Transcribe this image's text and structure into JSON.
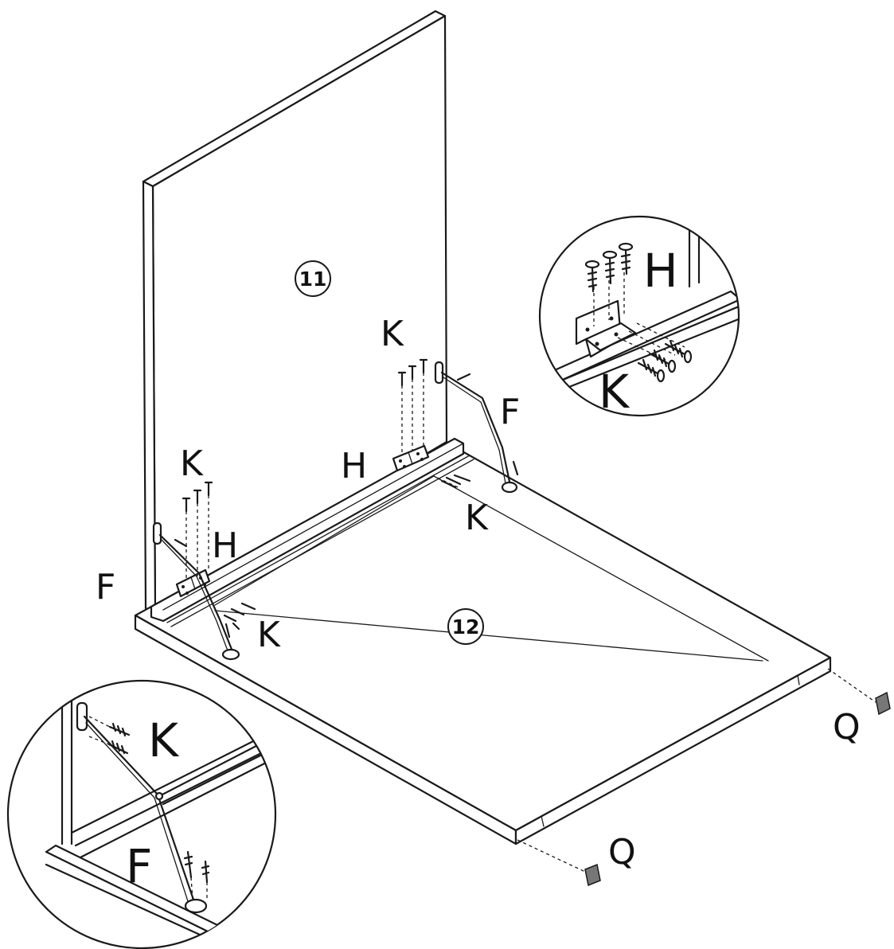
{
  "parts": {
    "back_panel": "11",
    "base_panel": "12"
  },
  "labels": {
    "screw": "K",
    "hinge": "H",
    "stay": "F",
    "pad": "Q"
  },
  "colors": {
    "line": "#1a1a1a",
    "background": "#ffffff"
  }
}
